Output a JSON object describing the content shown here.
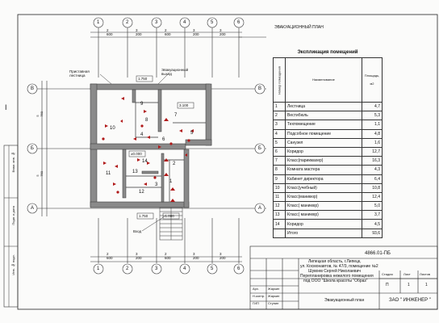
{
  "plan": {
    "heading": "ЭВАКУАЦИОННЫЙ ПЛАН",
    "axes_numbers": [
      "1",
      "2",
      "3",
      "4",
      "5",
      "6"
    ],
    "axes_letters": [
      "В",
      "Б",
      "А"
    ],
    "dims_top": [
      "2 600",
      "3 200",
      "2 600",
      "3 200",
      "3 200"
    ],
    "dims_bottom": [
      "2 600",
      "3 200",
      "2 600",
      "3 200",
      "3 200"
    ],
    "dims_left": [
      "5 760",
      "5 760"
    ],
    "label_stair": "Приставная лестница",
    "label_exit": "Эвакуационный выход",
    "label_entrance": "Вход",
    "level_top": "1.750",
    "level_mid": "3.100",
    "level_mid2": "±0.000",
    "level_bottom": "1.750",
    "level_bottom2": "-1.000",
    "room_numbers": [
      "1",
      "2",
      "3",
      "4",
      "5",
      "6",
      "7",
      "8",
      "9",
      "10",
      "11",
      "12",
      "13",
      "14"
    ]
  },
  "explication": {
    "title": "Экспликация помещений",
    "col_num": "Номер помещения",
    "col_name": "Наименование",
    "col_area": "Площадь, м2",
    "rooms": [
      {
        "n": "1",
        "name": "Лестница",
        "area": "4,7"
      },
      {
        "n": "2",
        "name": "Вестибюль",
        "area": "5,3"
      },
      {
        "n": "3",
        "name": "Техпомещение",
        "area": "1,1"
      },
      {
        "n": "4",
        "name": "Подсобное помещение",
        "area": "4,8"
      },
      {
        "n": "5",
        "name": "Санузел",
        "area": "1,6"
      },
      {
        "n": "6",
        "name": "Коридор",
        "area": "12,7"
      },
      {
        "n": "7",
        "name": "Класс(парикмахер)",
        "area": "16,3"
      },
      {
        "n": "8",
        "name": "Комната мастера",
        "area": "4,3"
      },
      {
        "n": "9",
        "name": "Кабинет директора",
        "area": "6,4"
      },
      {
        "n": "10",
        "name": "Класс(учебный)",
        "area": "10,8"
      },
      {
        "n": "11",
        "name": "Класс(маникюр)",
        "area": "12,4"
      },
      {
        "n": "12",
        "name": "Класс( маникюр)",
        "area": "5,0"
      },
      {
        "n": "13",
        "name": "Класс( маникюр)",
        "area": "3,7"
      },
      {
        "n": "14",
        "name": "Коридор",
        "area": "4,5"
      }
    ],
    "total_label": "Итого",
    "total_area": "93,6"
  },
  "stamp": {
    "code": "4866.01-ПБ",
    "address1": "Липецкая область, г.Липецк,",
    "address2": "ул. Космонавтов, № 47/3, помещение №2",
    "owner": "Шувоев Сергей Николаевич",
    "project1": "Перепланировка нежилого помещения",
    "project2": "под ООО \"Школа красоты \"Образ\"",
    "col_stage": "Стадия",
    "col_sheet": "Лист",
    "col_sheets": "Листов",
    "stage": "П",
    "sheet": "1",
    "sheets": "1",
    "role1": "Арх.",
    "name1": "Жаркин",
    "role2": "Н.контр.",
    "name2": "Жаркин",
    "role3": "ГИП",
    "name3": "Ступин",
    "sheet_title": "Эвакуационный план",
    "company": "ЗАО \" ИНЖЕНЕР \"",
    "side_labels": [
      "Взам. инв. №",
      "Подп. и дата",
      "Инв. № подл."
    ]
  }
}
